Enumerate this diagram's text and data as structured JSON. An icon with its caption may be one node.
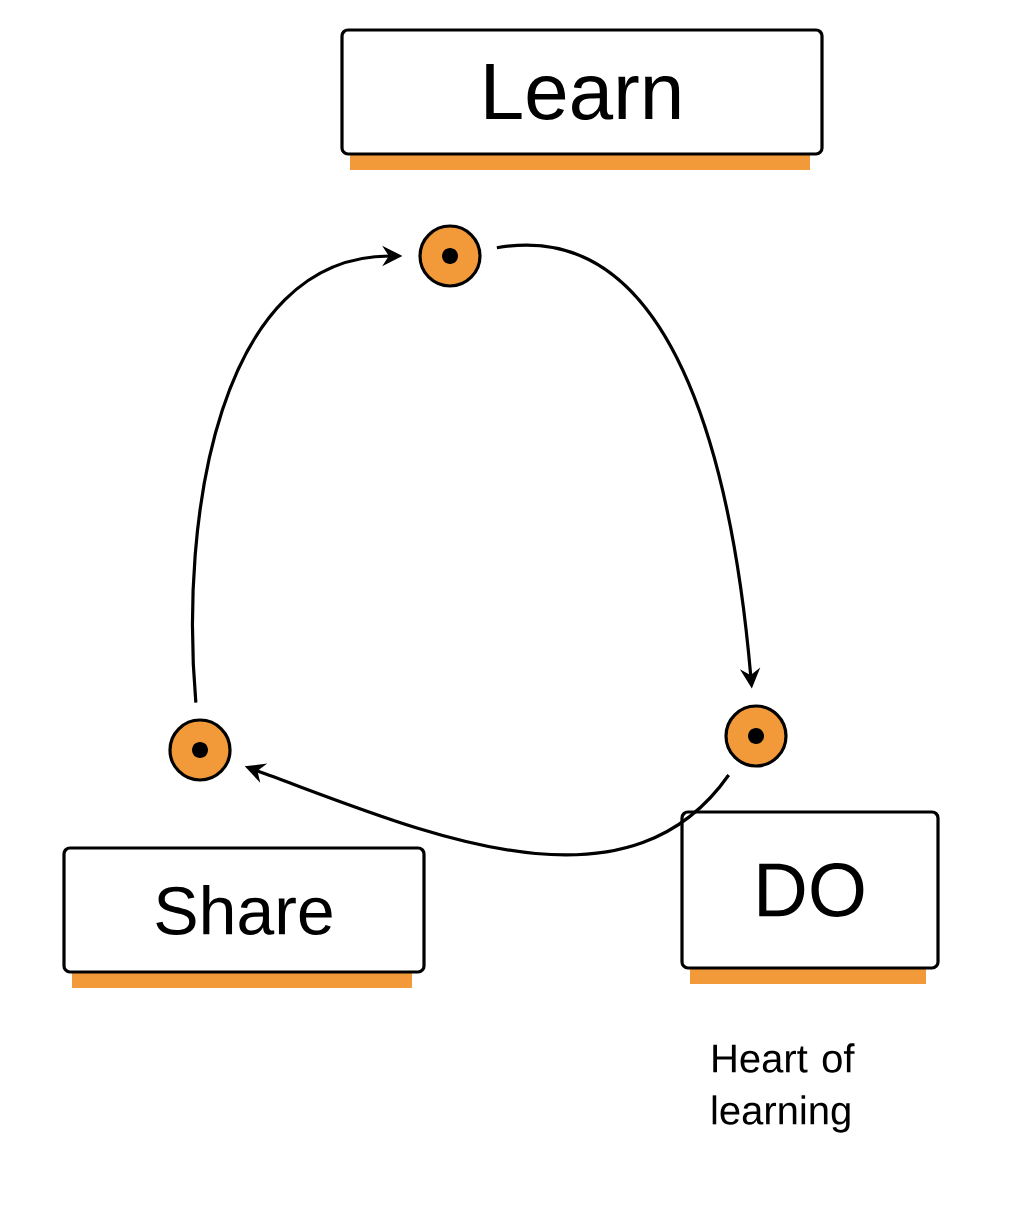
{
  "diagram": {
    "nodes": [
      {
        "text": [
          "Learn"
        ]
      },
      {
        "text": [
          "DO"
        ],
        "beside": [
          "Heart of learning"
        ]
      },
      {
        "text": [
          "Share"
        ]
      },
      {
        "text": [],
        "shape": "circle"
      },
      {
        "text": [],
        "shape": "circle"
      },
      {
        "text": [],
        "shape": "circle"
      }
    ],
    "edges": [
      {
        "from": 3,
        "to": 4,
        "arrow": "to"
      },
      {
        "from": 4,
        "to": 5,
        "arrow": "to"
      },
      {
        "from": 5,
        "to": 3,
        "arrow": "to"
      }
    ]
  }
}
